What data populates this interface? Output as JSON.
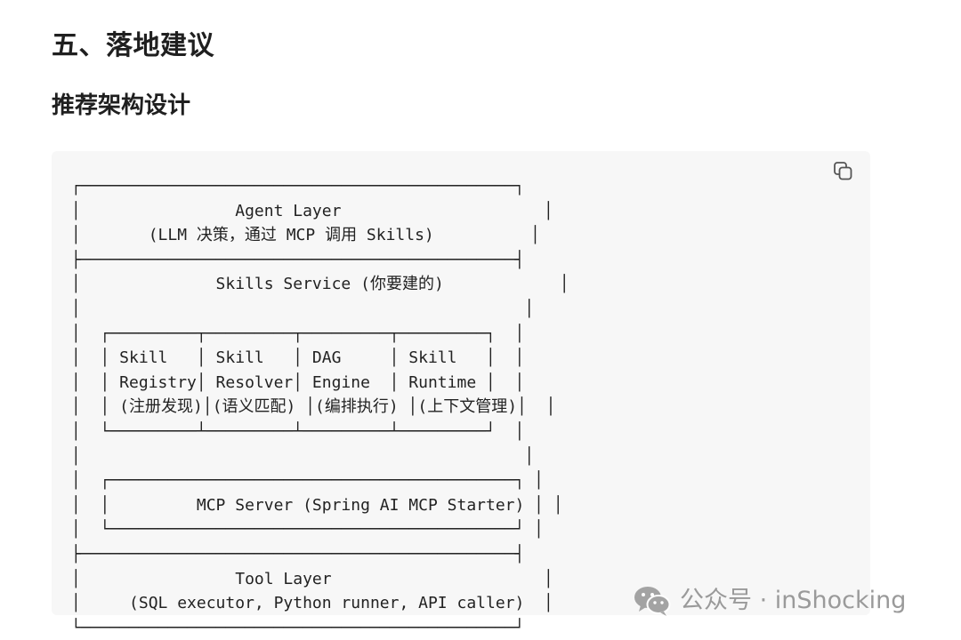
{
  "headings": {
    "section": "五、落地建议",
    "subsection": "推荐架构设计"
  },
  "code": {
    "copy_icon": "copy-icon",
    "text": "┌─────────────────────────────────────────────┐\n│                Agent Layer                     │\n│       (LLM 决策，通过 MCP 调用 Skills)          │\n├─────────────────────────────────────────────┤\n│              Skills Service (你要建的)            │\n│                                              │\n│  ┌─────────┬─────────┬─────────┬─────────┐  │\n│  │ Skill   │ Skill   │ DAG     │ Skill   │  │\n│  │ Registry│ Resolver│ Engine  │ Runtime │  │\n│  │ (注册发现)│(语义匹配) │(编排执行) │(上下文管理)│  │\n│  └─────────┴─────────┴─────────┴─────────┘  │\n│                                              │\n│  ┌──────────────────────────────────────────┐ │\n│  │         MCP Server (Spring AI MCP Starter) │ │\n│  └──────────────────────────────────────────┘ │\n├─────────────────────────────────────────────┤\n│                Tool Layer                      │\n│     (SQL executor, Python runner, API caller)  │\n└─────────────────────────────────────────────┘"
  },
  "watermark": {
    "icon": "wechat-icon",
    "text": "公众号 · inShocking"
  }
}
